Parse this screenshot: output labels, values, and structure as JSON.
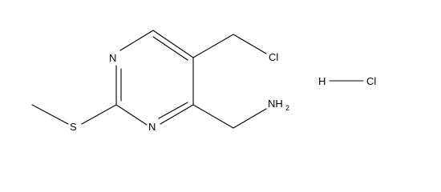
{
  "molecule": {
    "atoms": {
      "n1": "N",
      "n3": "N",
      "s": "S",
      "cl": "Cl",
      "nh2": "NH",
      "nh2_sub": "2"
    },
    "salt": {
      "h": "H",
      "cl": "Cl"
    }
  }
}
